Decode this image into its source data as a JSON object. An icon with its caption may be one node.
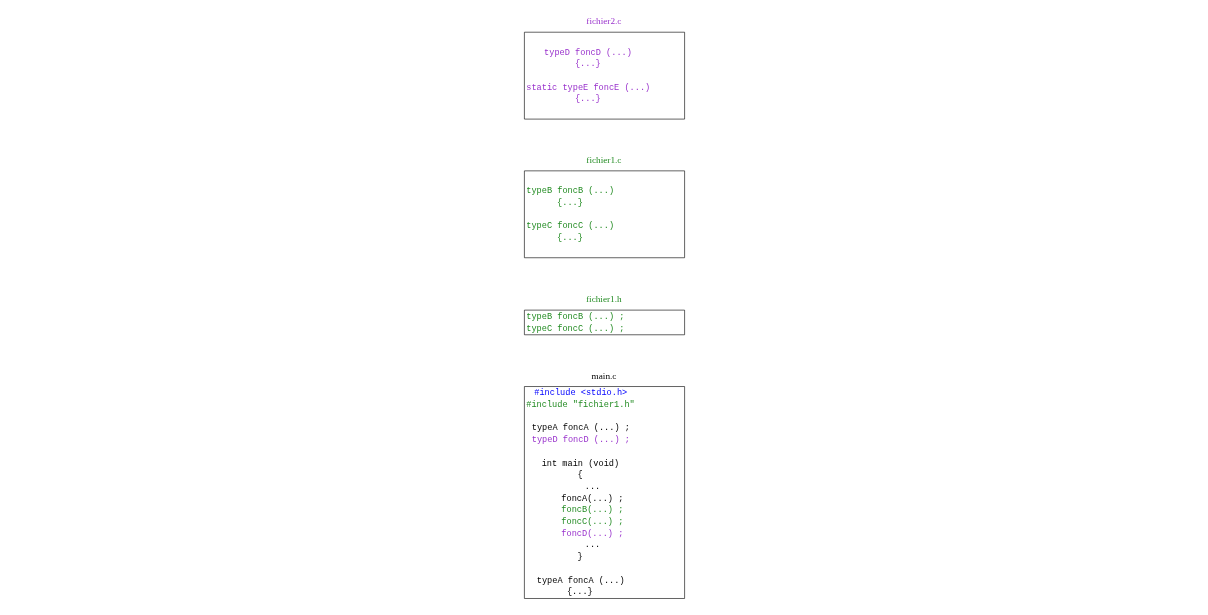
{
  "diagram": {
    "nodes": [
      {
        "text": [
          "main.c",
          "#include <stdio.h>",
          "#include \"fichier1.h\"",
          "typeA foncA (...) ;",
          "typeD foncD (...) ;",
          "int main (void)",
          "{",
          "...",
          "foncA(...) ;",
          "foncB(...) ;",
          "foncC(...) ;",
          "foncD(...) ;",
          "...",
          "}",
          "typeA foncA (...)",
          "{...}"
        ]
      },
      {
        "text": [
          "fichier1.h",
          "typeB foncB (...) ;",
          "typeC foncC (...) ;"
        ]
      },
      {
        "text": [
          "fichier1.c",
          "typeB foncB (...)",
          "{...}",
          "typeC foncC (...)",
          "{...}"
        ]
      },
      {
        "text": [
          "fichier2.c",
          "typeD foncD (...)",
          "{...}",
          "static typeE foncE (...)",
          "{...}"
        ]
      }
    ],
    "edges": []
  }
}
